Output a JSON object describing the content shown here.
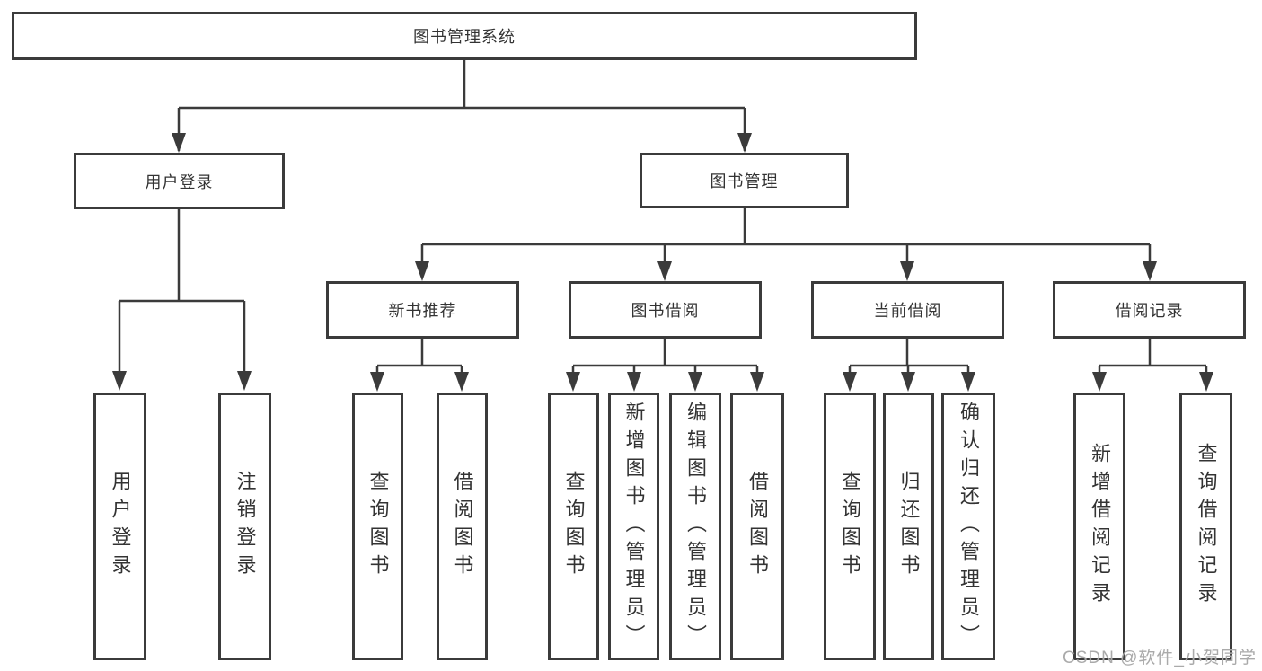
{
  "colors": {
    "ink": "#3b3b3b",
    "text": "#333333",
    "background": "#ffffff",
    "watermark": "#a5a5a5"
  },
  "watermark": {
    "text": "CSDN @软件_小贺同学"
  },
  "diagram": {
    "root": {
      "label": "图书管理系统"
    },
    "branches": [
      {
        "label": "用户登录",
        "children": [
          {
            "label": "用户登录"
          },
          {
            "label": "注销登录"
          }
        ]
      },
      {
        "label": "图书管理",
        "children": [
          {
            "label": "新书推荐",
            "children": [
              {
                "label": "查询图书"
              },
              {
                "label": "借阅图书"
              }
            ]
          },
          {
            "label": "图书借阅",
            "children": [
              {
                "label": "查询图书"
              },
              {
                "label": "新增图书（管理员）"
              },
              {
                "label": "编辑图书（管理员）"
              },
              {
                "label": "借阅图书"
              }
            ]
          },
          {
            "label": "当前借阅",
            "children": [
              {
                "label": "查询图书"
              },
              {
                "label": "归还图书"
              },
              {
                "label": "确认归还（管理员）"
              }
            ]
          },
          {
            "label": "借阅记录",
            "children": [
              {
                "label": "新增借阅记录"
              },
              {
                "label": "查询借阅记录"
              }
            ]
          }
        ]
      }
    ]
  }
}
